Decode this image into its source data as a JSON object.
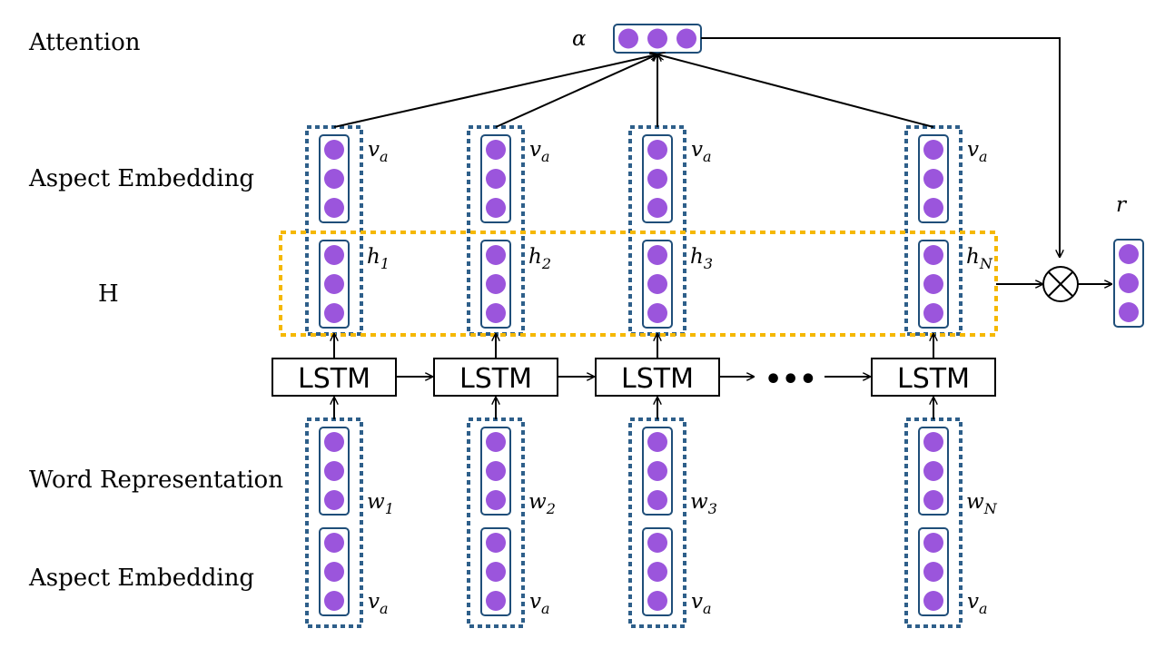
{
  "row_labels": {
    "attention": "Attention",
    "aspect_top": "Aspect Embedding",
    "hidden": "H",
    "word_rep": "Word Representation",
    "aspect_bottom": "Aspect Embedding"
  },
  "lstm_label": "LSTM",
  "ellipsis": "•••",
  "alpha": {
    "base": "α"
  },
  "r": {
    "base": "r"
  },
  "columns": [
    {
      "va_top": {
        "base": "v",
        "sub": "a"
      },
      "h": {
        "base": "h",
        "sub": "1"
      },
      "w": {
        "base": "w",
        "sub": "1"
      },
      "va_bottom": {
        "base": "v",
        "sub": "a"
      }
    },
    {
      "va_top": {
        "base": "v",
        "sub": "a"
      },
      "h": {
        "base": "h",
        "sub": "2"
      },
      "w": {
        "base": "w",
        "sub": "2"
      },
      "va_bottom": {
        "base": "v",
        "sub": "a"
      }
    },
    {
      "va_top": {
        "base": "v",
        "sub": "a"
      },
      "h": {
        "base": "h",
        "sub": "3"
      },
      "w": {
        "base": "w",
        "sub": "3"
      },
      "va_bottom": {
        "base": "v",
        "sub": "a"
      }
    },
    {
      "va_top": {
        "base": "v",
        "sub": "a"
      },
      "h": {
        "base": "h",
        "sub": "N"
      },
      "w": {
        "base": "w",
        "sub": "N"
      },
      "va_bottom": {
        "base": "v",
        "sub": "a"
      }
    }
  ],
  "colors": {
    "node": "#9b55dc",
    "node_border": "#1f4e79",
    "dotted_column": "#2e5f8a",
    "h_region": "#f5b800",
    "line": "#000000"
  }
}
